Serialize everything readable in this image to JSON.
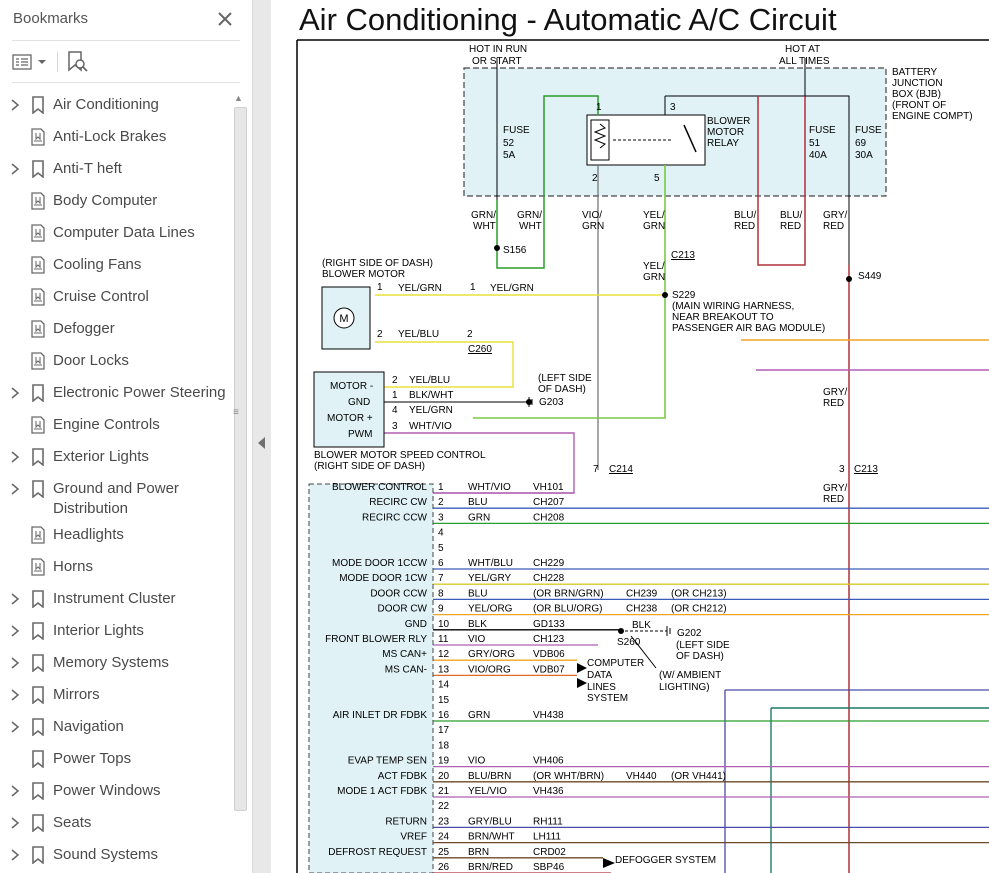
{
  "sidebar": {
    "title": "Bookmarks",
    "items": [
      {
        "label": "Air Conditioning",
        "kind": "bookmark",
        "expandable": true
      },
      {
        "label": "Anti-Lock Brakes",
        "kind": "page",
        "expandable": false
      },
      {
        "label": "Anti-T heft",
        "kind": "bookmark",
        "expandable": true
      },
      {
        "label": "Body Computer",
        "kind": "page",
        "expandable": false
      },
      {
        "label": "Computer Data Lines",
        "kind": "page",
        "expandable": false
      },
      {
        "label": "Cooling Fans",
        "kind": "page",
        "expandable": false
      },
      {
        "label": "Cruise Control",
        "kind": "page",
        "expandable": false
      },
      {
        "label": "Defogger",
        "kind": "page",
        "expandable": false
      },
      {
        "label": "Door Locks",
        "kind": "page",
        "expandable": false
      },
      {
        "label": "Electronic Power Steering",
        "kind": "bookmark",
        "expandable": true
      },
      {
        "label": "Engine Controls",
        "kind": "page",
        "expandable": false
      },
      {
        "label": "Exterior Lights",
        "kind": "bookmark",
        "expandable": true
      },
      {
        "label": "Ground and Power",
        "label2": "Distribution",
        "kind": "bookmark",
        "expandable": true
      },
      {
        "label": "Headlights",
        "kind": "page",
        "expandable": false
      },
      {
        "label": "Horns",
        "kind": "page",
        "expandable": false
      },
      {
        "label": "Instrument Cluster",
        "kind": "bookmark",
        "expandable": true
      },
      {
        "label": "Interior Lights",
        "kind": "bookmark",
        "expandable": true
      },
      {
        "label": "Memory Systems",
        "kind": "bookmark",
        "expandable": true
      },
      {
        "label": "Mirrors",
        "kind": "bookmark",
        "expandable": true
      },
      {
        "label": "Navigation",
        "kind": "bookmark",
        "expandable": true
      },
      {
        "label": "Power Tops",
        "kind": "bookmark",
        "expandable": false
      },
      {
        "label": "Power Windows",
        "kind": "bookmark",
        "expandable": true
      },
      {
        "label": "Seats",
        "kind": "bookmark",
        "expandable": true
      },
      {
        "label": "Sound Systems",
        "kind": "bookmark",
        "expandable": true
      }
    ]
  },
  "document": {
    "title": "Air Conditioning - Automatic A/C Circuit",
    "labels": {
      "hot_run_1": "HOT IN RUN",
      "hot_run_2": "OR START",
      "hot_all_1": "HOT AT",
      "hot_all_2": "ALL TIMES",
      "bjb_1": "BATTERY",
      "bjb_2": "JUNCTION",
      "bjb_3": "BOX (BJB)",
      "bjb_4": "(FRONT OF",
      "bjb_5": "ENGINE COMPT)",
      "fuse": "FUSE",
      "fuse52": "52",
      "fuse52a": "5A",
      "fuse51": "51",
      "fuse51a": "40A",
      "fuse69": "69",
      "fuse69a": "30A",
      "relay_1": "BLOWER",
      "relay_2": "MOTOR",
      "relay_3": "RELAY",
      "pin1": "1",
      "pin2": "2",
      "pin3": "3",
      "pin4": "4",
      "pin5": "5",
      "pin7": "7",
      "grnwht": "GRN/",
      "wht": "WHT",
      "vio": "VIO/",
      "grn": "GRN",
      "yel": "YEL/",
      "blu": "BLU/",
      "red": "RED",
      "gry": "GRY/",
      "s156": "S156",
      "c213": "C213",
      "s449": "S449",
      "s229": "S229",
      "harness_1": "(MAIN WIRING HARNESS,",
      "harness_2": "NEAR BREAKOUT TO",
      "harness_3": "PASSENGER AIR BAG MODULE)",
      "bm_1": "(RIGHT SIDE OF DASH)",
      "bm_2": "BLOWER MOTOR",
      "motor_m": "M",
      "yelgrn": "YEL/GRN",
      "yelblu": "YEL/BLU",
      "blkwht": "BLK/WHT",
      "whtvio": "WHT/VIO",
      "c260": "C260",
      "g203": "G203",
      "left_dash_1": "(LEFT SIDE",
      "left_dash_2": "OF DASH)",
      "sc_motor_minus": "MOTOR -",
      "sc_gnd": "GND",
      "sc_motor_plus": "MOTOR +",
      "sc_pwm": "PWM",
      "sc_1": "BLOWER MOTOR SPEED CONTROL",
      "sc_2": "(RIGHT SIDE OF DASH)",
      "c214": "C214"
    },
    "connector_rows": [
      {
        "pin": "1",
        "name": "BLOWER CONTROL",
        "wire": "WHT/VIO",
        "circuit": "VH101"
      },
      {
        "pin": "2",
        "name": "RECIRC CW",
        "wire": "BLU",
        "circuit": "CH207"
      },
      {
        "pin": "3",
        "name": "RECIRC CCW",
        "wire": "GRN",
        "circuit": "CH208"
      },
      {
        "pin": "4",
        "name": "",
        "wire": "",
        "circuit": ""
      },
      {
        "pin": "5",
        "name": "",
        "wire": "",
        "circuit": ""
      },
      {
        "pin": "6",
        "name": "MODE DOOR 1CCW",
        "wire": "WHT/BLU",
        "circuit": "CH229"
      },
      {
        "pin": "7",
        "name": "MODE DOOR 1CW",
        "wire": "YEL/GRY",
        "circuit": "CH228"
      },
      {
        "pin": "8",
        "name": "DOOR CCW",
        "wire": "BLU",
        "circuit": "(OR BRN/GRN)",
        "extra": "CH239",
        "extra2": "(OR CH213)"
      },
      {
        "pin": "9",
        "name": "DOOR CW",
        "wire": "YEL/ORG",
        "circuit": "(OR BLU/ORG)",
        "extra": "CH238",
        "extra2": "(OR CH212)"
      },
      {
        "pin": "10",
        "name": "GND",
        "wire": "BLK",
        "circuit": "GD133"
      },
      {
        "pin": "11",
        "name": "FRONT BLOWER RLY",
        "wire": "VIO",
        "circuit": "CH123"
      },
      {
        "pin": "12",
        "name": "MS CAN+",
        "wire": "GRY/ORG",
        "circuit": "VDB06"
      },
      {
        "pin": "13",
        "name": "MS CAN-",
        "wire": "VIO/ORG",
        "circuit": "VDB07"
      },
      {
        "pin": "14",
        "name": "",
        "wire": "",
        "circuit": ""
      },
      {
        "pin": "15",
        "name": "",
        "wire": "",
        "circuit": ""
      },
      {
        "pin": "16",
        "name": "AIR INLET DR FDBK",
        "wire": "GRN",
        "circuit": "VH438"
      },
      {
        "pin": "17",
        "name": "",
        "wire": "",
        "circuit": ""
      },
      {
        "pin": "18",
        "name": "",
        "wire": "",
        "circuit": ""
      },
      {
        "pin": "19",
        "name": "EVAP TEMP SEN",
        "wire": "VIO",
        "circuit": "VH406"
      },
      {
        "pin": "20",
        "name": "ACT FDBK",
        "wire": "BLU/BRN",
        "circuit": "(OR WHT/BRN)",
        "extra": "VH440",
        "extra2": "(OR VH441)"
      },
      {
        "pin": "21",
        "name": "MODE 1 ACT FDBK",
        "wire": "YEL/VIO",
        "circuit": "VH436"
      },
      {
        "pin": "22",
        "name": "",
        "wire": "",
        "circuit": ""
      },
      {
        "pin": "23",
        "name": "RETURN",
        "wire": "GRY/BLU",
        "circuit": "RH111"
      },
      {
        "pin": "24",
        "name": "VREF",
        "wire": "BRN/WHT",
        "circuit": "LH111"
      },
      {
        "pin": "25",
        "name": "DEFROST REQUEST",
        "wire": "BRN",
        "circuit": "CRD02"
      },
      {
        "pin": "26",
        "name": "",
        "wire": "BRN/RED",
        "circuit": "SBP46"
      }
    ],
    "annotations": {
      "blk": "BLK",
      "s260": "S260",
      "g202": "G202",
      "g202_1": "(LEFT SIDE",
      "g202_2": "OF DASH)",
      "ambient_1": "(W/ AMBIENT",
      "ambient_2": "LIGHTING)",
      "cdl_1": "COMPUTER",
      "cdl_2": "DATA",
      "cdl_3": "LINES",
      "cdl_4": "SYSTEM",
      "defogger": "DEFOGGER SYSTEM"
    }
  }
}
